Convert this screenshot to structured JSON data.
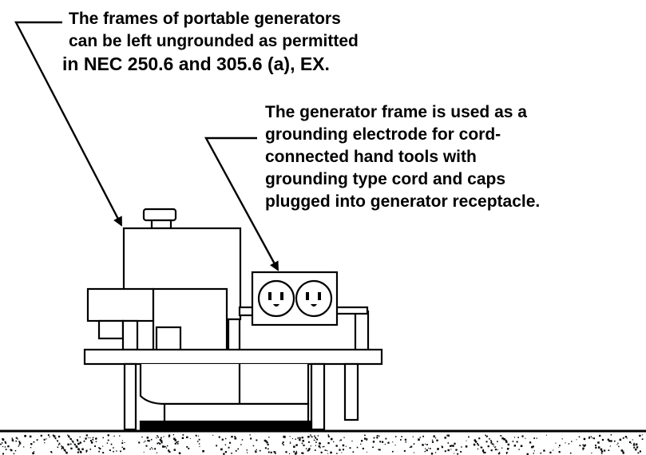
{
  "callouts": {
    "frames_note": {
      "lines": [
        "The frames of portable generators",
        "can be left ungrounded as permitted",
        "in NEC 250.6 and 305.6 (a), EX."
      ]
    },
    "electrode_note": {
      "lines": [
        "The generator frame is used as a",
        "grounding electrode for cord-",
        "connected hand tools with",
        "grounding type cord and caps",
        "plugged into generator receptacle."
      ]
    }
  },
  "colors": {
    "ink": "#000000",
    "background": "#ffffff"
  }
}
